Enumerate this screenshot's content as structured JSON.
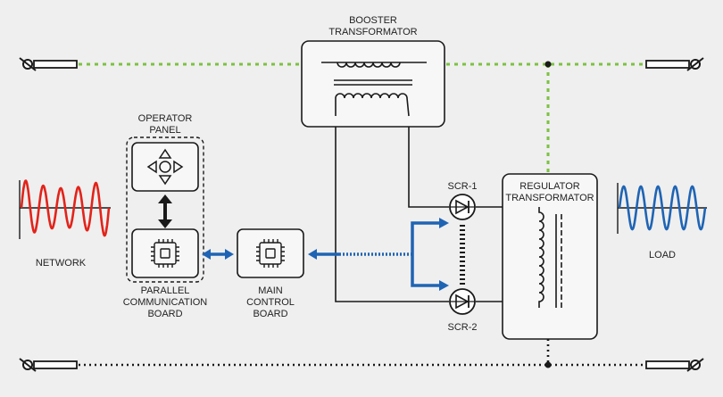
{
  "colors": {
    "network_wave": "#e2231a",
    "load_wave": "#1f64b4",
    "signal_arrow": "#1f64b4",
    "phase_line": "#7cc242",
    "neutral_line": "#1a1a1a"
  },
  "labels": {
    "booster_line1": "BOOSTER",
    "booster_line2": "TRANSFORMATOR",
    "operator_line1": "OPERATOR",
    "operator_line2": "PANEL",
    "parallel_line1": "PARALLEL",
    "parallel_line2": "COMMUNICATION",
    "parallel_line3": "BOARD",
    "main_line1": "MAIN",
    "main_line2": "CONTROL",
    "main_line3": "BOARD",
    "regulator_line1": "REGULATOR",
    "regulator_line2": "TRANSFORMATOR",
    "scr1": "SCR-1",
    "scr2": "SCR-2",
    "network": "NETWORK",
    "load": "LOAD"
  },
  "icons": {
    "terminal": "terminal-connector-icon",
    "chip": "microchip-icon",
    "dpad": "directional-pad-icon",
    "thyristor": "thyristor-icon",
    "coil": "transformer-coil-icon"
  }
}
